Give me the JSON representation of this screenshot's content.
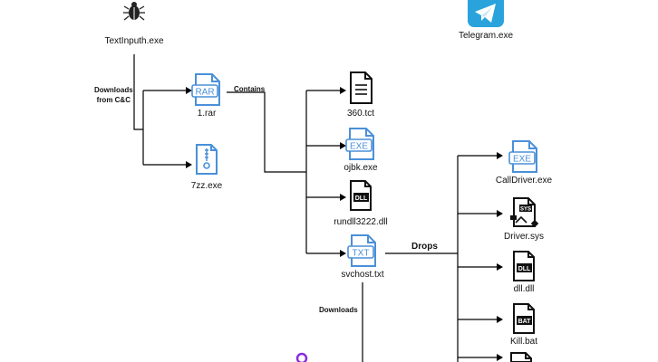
{
  "nodes": {
    "textinputh": "TextInputh.exe",
    "telegram": "Telegram.exe",
    "rar": "1.rar",
    "sevenzip": "7zz.exe",
    "tct": "360.tct",
    "ojbk": "ojbk.exe",
    "rundll": "rundll3222.dll",
    "svchost": "svchost.txt",
    "calldriver": "CallDriver.exe",
    "driversys": "Driver.sys",
    "dlldll": "dll.dll",
    "killbat": "Kill.bat"
  },
  "edges": {
    "downloads_cc_1": "Downloads",
    "downloads_cc_2": "from C&C",
    "contains": "Contains",
    "drops": "Drops",
    "downloads": "Downloads"
  },
  "badges": {
    "rar": "RAR",
    "exe": "EXE",
    "dll": "DLL",
    "txt": "TXT",
    "sys": "SYS",
    "bat": "BAT"
  },
  "colors": {
    "accent_blue": "#4a90d9",
    "telegram": "#2aa3dd",
    "purple": "#8a2be2",
    "line": "#000000"
  },
  "icons": {
    "textinputh": "bug-icon",
    "telegram": "telegram-icon",
    "rar": "rar-file-icon",
    "sevenzip": "zip-file-icon",
    "tct": "document-icon",
    "ojbk": "exe-file-icon",
    "rundll": "dll-file-icon",
    "svchost": "txt-file-icon",
    "calldriver": "exe-file-icon",
    "driversys": "sys-file-icon",
    "dlldll": "dll-file-icon",
    "killbat": "bat-file-icon"
  }
}
